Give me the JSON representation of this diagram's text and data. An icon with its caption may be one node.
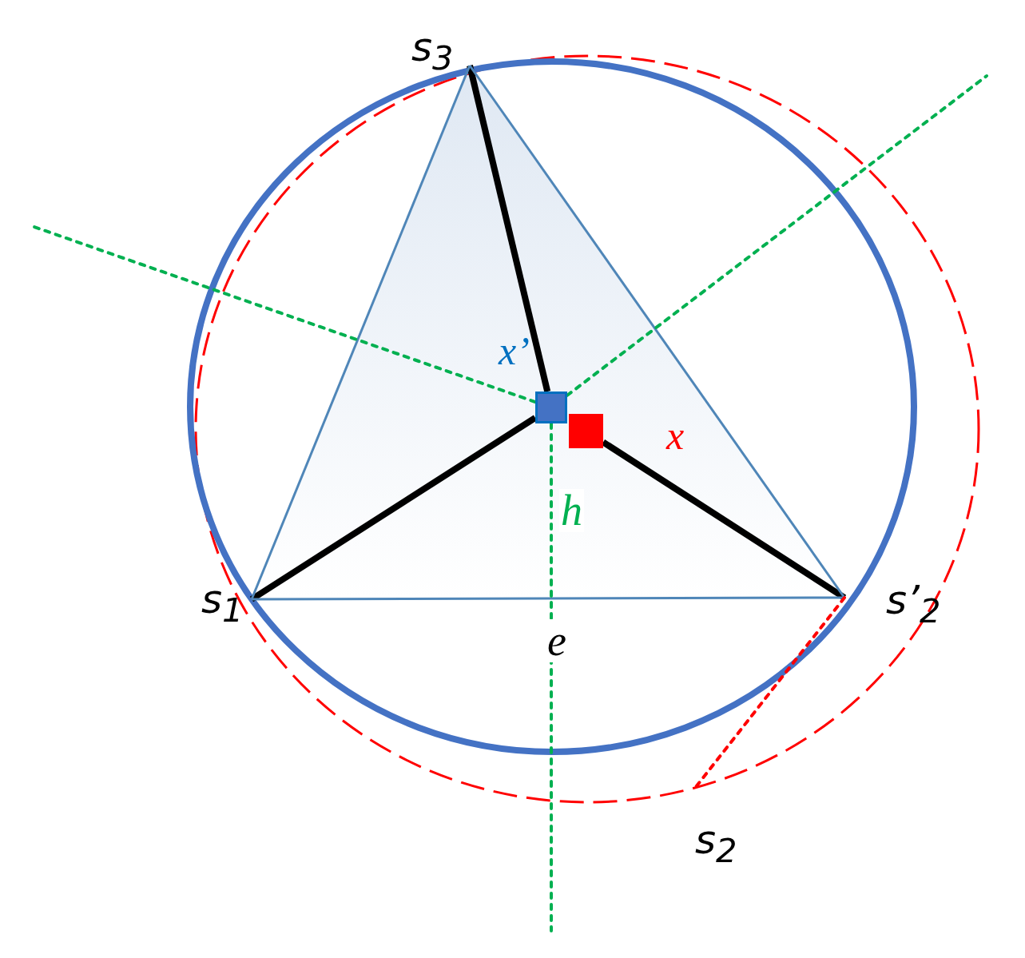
{
  "diagram": {
    "nodes": [
      {
        "text": [
          "s$_{3}$"
        ]
      },
      {
        "text": [
          "x’"
        ]
      },
      {
        "text": [
          "x"
        ]
      },
      {
        "text": [
          "s$_{1}$"
        ]
      },
      {
        "text": [
          "s’$_{2}$"
        ]
      },
      {
        "text": [
          "s$_{2}$"
        ]
      }
    ],
    "edges": [
      {
        "from": 0,
        "to": 1,
        "arrow": "none",
        "color": "#000000",
        "style": "thick"
      },
      {
        "from": 3,
        "to": 1,
        "arrow": "none",
        "color": "#000000",
        "style": "thick"
      },
      {
        "from": 2,
        "to": 4,
        "arrow": "none",
        "color": "#000000",
        "style": "thick"
      },
      {
        "from": 3,
        "to": 0,
        "arrow": "none",
        "color": "#4f86b8"
      },
      {
        "from": 0,
        "to": 4,
        "arrow": "none",
        "color": "#4f86b8"
      },
      {
        "from": 3,
        "to": 4,
        "arrow": "none",
        "color": "#4f86b8",
        "label": "e"
      },
      {
        "from": 4,
        "to": 5,
        "arrow": "none",
        "color": "#ff0000",
        "style": "dashed"
      },
      {
        "from": 1,
        "to": null,
        "arrow": "none",
        "color": "#00b050",
        "style": "dashed"
      },
      {
        "from": 1,
        "to": null,
        "arrow": "none",
        "color": "#00b050",
        "style": "dashed"
      },
      {
        "from": 1,
        "to": null,
        "arrow": "none",
        "color": "#00b050",
        "style": "dashed",
        "label": "h"
      }
    ]
  }
}
